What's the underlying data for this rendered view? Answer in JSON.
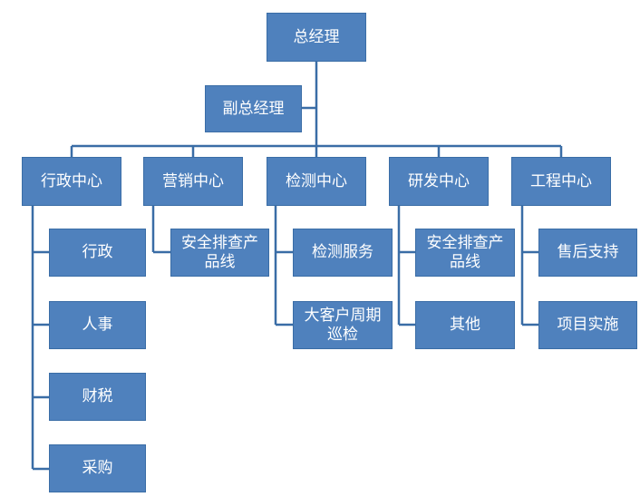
{
  "org": {
    "ceo": "总经理",
    "deputy": "副总经理",
    "departments": [
      {
        "name": "行政中心",
        "children": [
          "行政",
          "人事",
          "财税",
          "采购"
        ]
      },
      {
        "name": "营销中心",
        "children": [
          "安全排查产品线"
        ]
      },
      {
        "name": "检测中心",
        "children": [
          "检测服务",
          "大客户周期巡检"
        ]
      },
      {
        "name": "研发中心",
        "children": [
          "安全排查产品线",
          "其他"
        ]
      },
      {
        "name": "工程中心",
        "children": [
          "售后支持",
          "项目实施"
        ]
      }
    ]
  },
  "colors": {
    "box_fill": "#4f81bd",
    "box_border": "#3a6da6",
    "connector": "#3a6da6",
    "text": "#ffffff"
  }
}
